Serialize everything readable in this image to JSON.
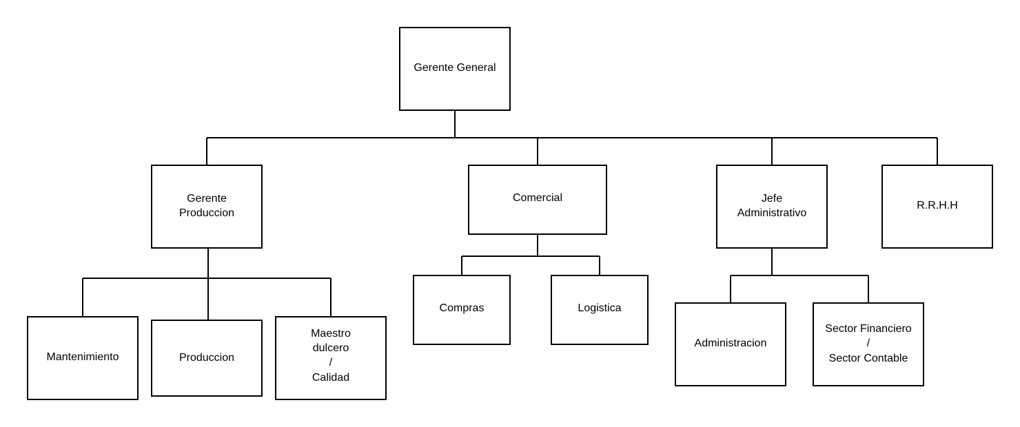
{
  "org_chart": {
    "nodes": {
      "gerente_general": {
        "lines": [
          "Gerente General"
        ]
      },
      "gerente_produccion": {
        "lines": [
          "Gerente",
          "Produccion"
        ]
      },
      "comercial": {
        "lines": [
          "Comercial"
        ]
      },
      "jefe_administrativo": {
        "lines": [
          "Jefe",
          "Administrativo"
        ]
      },
      "rrhh": {
        "lines": [
          "R.R.H.H"
        ]
      },
      "mantenimiento": {
        "lines": [
          "Mantenimiento"
        ]
      },
      "produccion": {
        "lines": [
          "Produccion"
        ]
      },
      "maestro_dulcero": {
        "lines": [
          "Maestro",
          "dulcero",
          "/",
          "Calidad"
        ]
      },
      "compras": {
        "lines": [
          "Compras"
        ]
      },
      "logistica": {
        "lines": [
          "Logistica"
        ]
      },
      "administracion": {
        "lines": [
          "Administracion"
        ]
      },
      "sector_financiero": {
        "lines": [
          "Sector Financiero",
          "/",
          "Sector Contable"
        ]
      }
    },
    "edges": [
      [
        "gerente_general",
        "gerente_produccion"
      ],
      [
        "gerente_general",
        "comercial"
      ],
      [
        "gerente_general",
        "jefe_administrativo"
      ],
      [
        "gerente_general",
        "rrhh"
      ],
      [
        "gerente_produccion",
        "mantenimiento"
      ],
      [
        "gerente_produccion",
        "produccion"
      ],
      [
        "gerente_produccion",
        "maestro_dulcero"
      ],
      [
        "comercial",
        "compras"
      ],
      [
        "comercial",
        "logistica"
      ],
      [
        "jefe_administrativo",
        "administracion"
      ],
      [
        "jefe_administrativo",
        "sector_financiero"
      ]
    ]
  }
}
